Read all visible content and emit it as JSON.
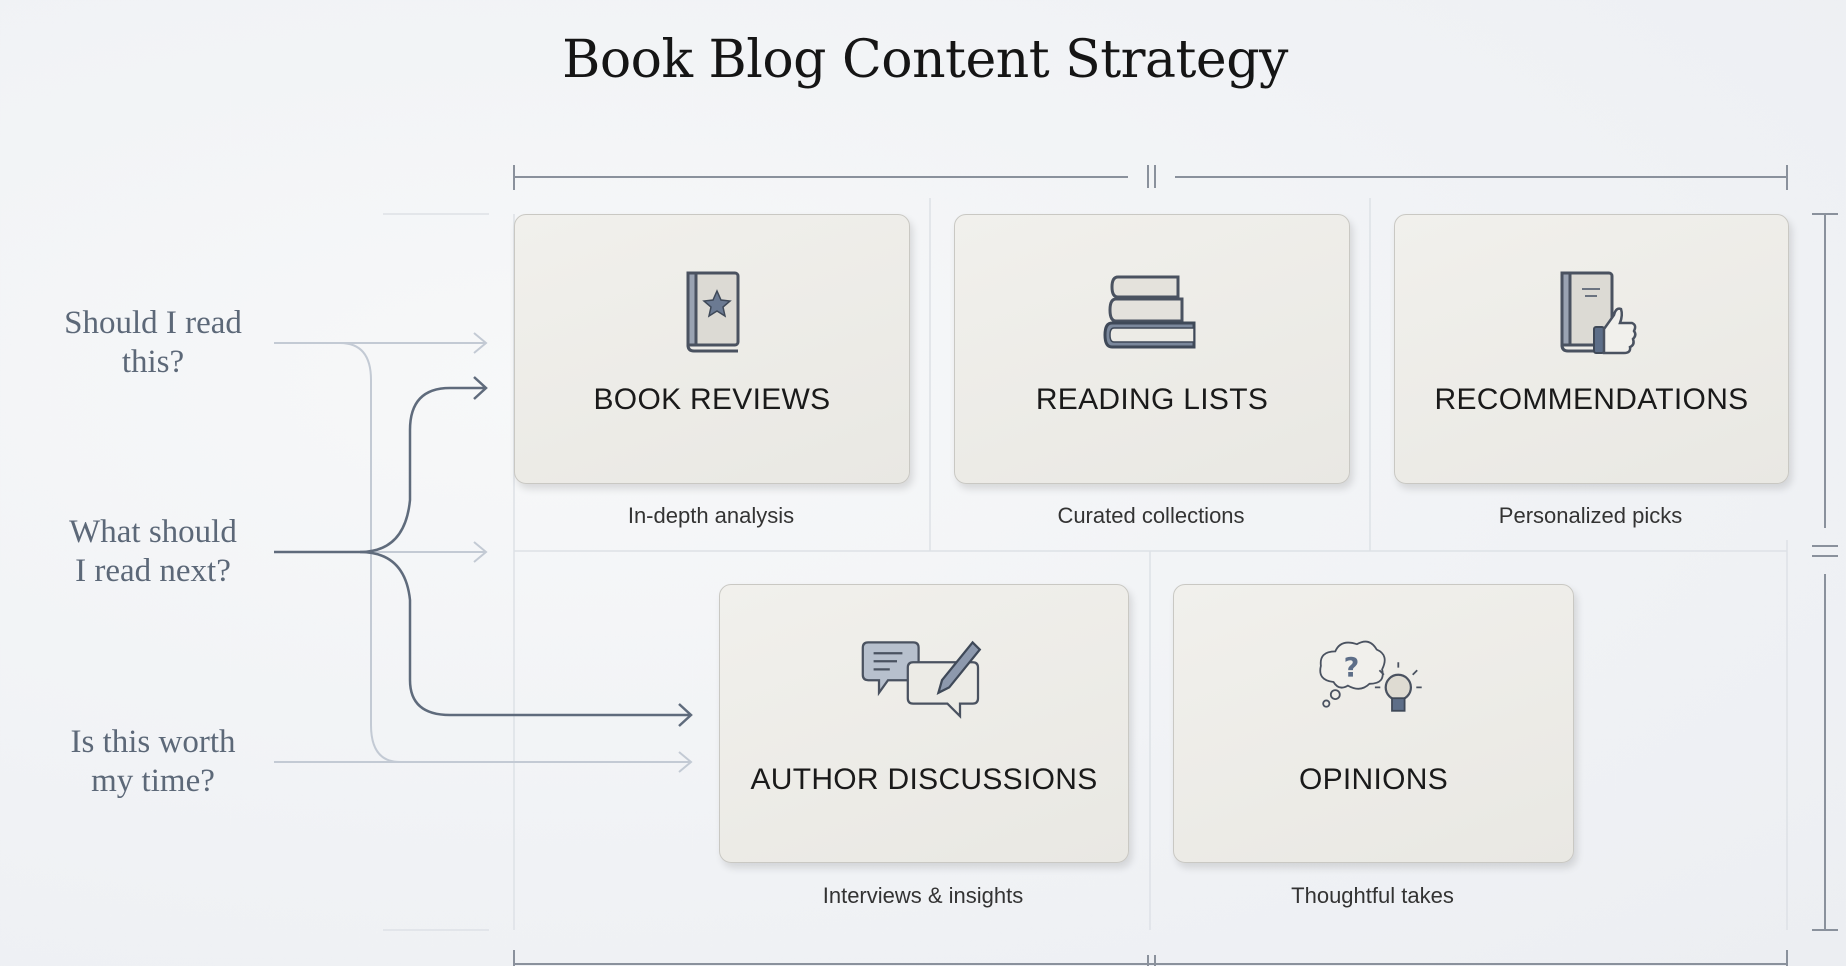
{
  "title": "Book Blog Content Strategy",
  "questions": [
    {
      "line1": "Should I read",
      "line2": "this?"
    },
    {
      "line1": "What should",
      "line2": "I read next?"
    },
    {
      "line1": "Is this worth",
      "line2": "my time?"
    }
  ],
  "cards": [
    {
      "label": "BOOK REVIEWS",
      "subtitle": "In-depth analysis",
      "icon": "book-star-icon"
    },
    {
      "label": "READING LISTS",
      "subtitle": "Curated collections",
      "icon": "book-stack-icon"
    },
    {
      "label": "RECOMMENDATIONS",
      "subtitle": "Personalized picks",
      "icon": "book-thumbs-up-icon"
    },
    {
      "label": "AUTHOR DISCUSSIONS",
      "subtitle": "Interviews & insights",
      "icon": "chat-pen-icon"
    },
    {
      "label": "OPINIONS",
      "subtitle": "Thoughtful takes",
      "icon": "thought-lightbulb-icon"
    }
  ],
  "colors": {
    "accent": "#5c6878",
    "card": "#edece8",
    "line": "#c9ced6"
  }
}
